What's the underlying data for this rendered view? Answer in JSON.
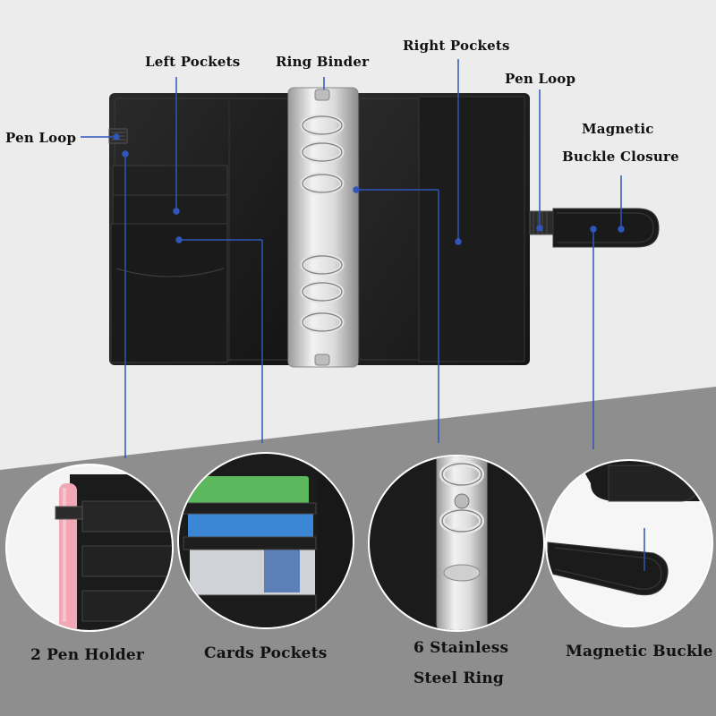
{
  "labels": {
    "left_pockets": "Left Pockets",
    "ring_binder": "Ring Binder",
    "right_pockets": "Right Pockets",
    "pen_loop_left": "Pen Loop",
    "pen_loop_right": "Pen Loop",
    "magnetic_line1": "Magnetic",
    "magnetic_line2": "Buckle Closure"
  },
  "captions": {
    "pen_holder": "2 Pen Holder",
    "cards_pockets": "Cards Pockets",
    "rings_line1": "6 Stainless",
    "rings_line2": "Steel Ring",
    "magnetic_buckle": "Magnetic Buckle"
  },
  "colors": {
    "leather": "#1b1b1c",
    "leader_line": "#2f56b8",
    "ring_metal": "#d6d6d6",
    "pen_pink": "#f2a7b4"
  }
}
